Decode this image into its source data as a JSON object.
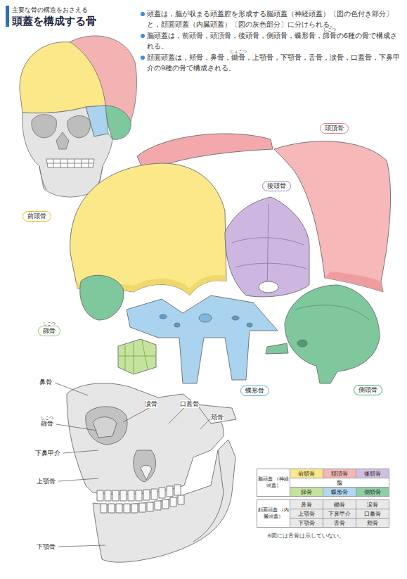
{
  "diagram": {
    "title": "頭蓋を構成する骨",
    "nodes": [
      {
        "text": [
          "頭頂骨"
        ]
      },
      {
        "text": [
          "後頭骨"
        ]
      },
      {
        "text": [
          "前頭骨"
        ]
      },
      {
        "text": [
          "篩骨"
        ]
      },
      {
        "text": [
          "蝶形骨"
        ]
      },
      {
        "text": [
          "側頭骨"
        ]
      }
    ],
    "labels": [
      "主要な骨の構造をおさえる",
      "頭蓋は，脳が収まる頭蓋腔を形成する脳頭蓋（神経頭蓋）〔図の色付き部分〕と，顔面頭蓋（内臓頭蓋）〔図の灰色部分〕に分けられる。",
      "しこつ",
      "脳頭蓋は，前頭骨，頭頂骨，後頭骨，側頭骨，蝶形骨，篩骨の6種の骨で構成される。",
      "じょこつ",
      "顔面頭蓋は，頬骨，鼻骨，鋤骨，上顎骨，下顎骨，舌骨，涙骨，口蓋骨，下鼻甲介の9種の骨で構成される。",
      "しこつ",
      "鼻骨",
      "涙骨",
      "口蓋骨",
      "頬骨",
      "しこつ",
      "篩骨",
      "下鼻甲介",
      "上顎骨",
      "下顎骨",
      "脳頭蓋 （神経頭蓋）",
      "前頭骨",
      "頭頂骨",
      "後頭骨",
      "脳",
      "篩骨",
      "蝶形骨",
      "側頭骨",
      "顔面頭蓋 （内臓頭蓋）",
      "鼻骨",
      "鋤骨",
      "涙骨",
      "上顎骨",
      "下鼻甲介",
      "口蓋骨",
      "下顎骨",
      "舌骨",
      "頬骨",
      "※図には舌骨は示していない。"
    ]
  }
}
